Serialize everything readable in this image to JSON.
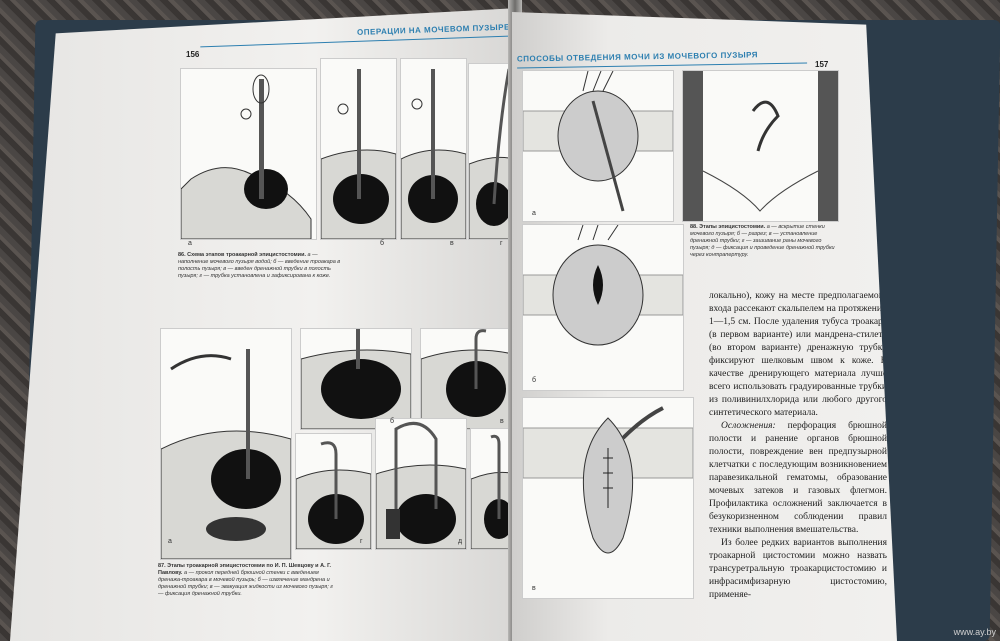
{
  "left_page": {
    "page_number": "156",
    "header": "ОПЕРАЦИИ НА МОЧЕВОМ ПУЗЫРЕ",
    "figure_86": {
      "caption_title": "86. Схема этапов троакарной эпицистостомии.",
      "caption_body": "а — наполнение мочевого пузыря водой; б — введение троакара в полость пузыря; в — введен дренажной трубки в полость пузыря; г — трубка установлена и зафиксирована к коже.",
      "panel_labels": [
        "а",
        "б",
        "в",
        "г"
      ]
    },
    "figure_87": {
      "caption_title": "87. Этапы троакарной эпицистостомии по И. П. Шевцову и А. Г. Павлову.",
      "caption_body": "а — прокол передней брюшной стенки с введением дренажа-троакара в мочевой пузырь; б — извлечение мандрена и дренажной трубки; в — эвакуация жидкости из мочевого пузыря; г — фиксация дренажной трубки.",
      "panel_labels": [
        "а",
        "б",
        "в",
        "г",
        "д"
      ]
    }
  },
  "right_page": {
    "page_number": "157",
    "header": "СПОСОБЫ ОТВЕДЕНИЯ МОЧИ ИЗ МОЧЕВОГО ПУЗЫРЯ",
    "figure_88": {
      "caption_title": "88. Этапы эпицистостомии.",
      "caption_body": "а — вскрытие стенки мочевого пузыря; б — разрез; в — установление дренажной трубки; г — зашивание раны мочевого пузыря; д — фиксация и проведение дренажной трубки через контрапертуру.",
      "panel_labels": [
        "а",
        "б",
        "в"
      ]
    },
    "body_paragraphs": [
      "локально), кожу на месте предполагаемого входа рассекают скальпелем на протяжении 1—1,5 см. После удаления тубуса троакара (в первом варианте) или мандрена-стилета (во втором варианте) дренажную трубку фиксируют шелковым швом к коже. В качестве дренирующего материала лучше всего использовать градуированные трубки из поливинилхлорида или любого другого синтетического материала.",
      "Осложнения: перфорация брюшной полости и ранение органов брюшной полости, повреждение вен предпузырной клетчатки с последующим возникновением паравезикальной гематомы, образование мочевых затеков и газовых флегмон. Профилактика осложнений заключается в безукоризненном соблюдении правил техники выполнения вмешательства.",
      "Из более редких вариантов выполнения троакарной цистостомии можно назвать трансуретральную троакарцистостомию и инфрасимфизарную цистостомию, применяе-"
    ],
    "complications_label": "Осложнения:"
  },
  "watermark": "www.ay.by"
}
